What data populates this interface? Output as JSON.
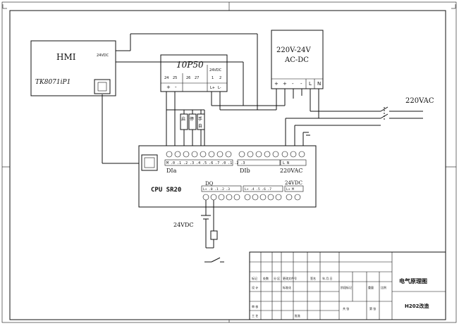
{
  "hmi": {
    "title": "HMI",
    "model": "TK8071iP1",
    "supply": "24VDC"
  },
  "panel": {
    "title": "10P50",
    "terminals": [
      "24",
      "25",
      "26",
      "27",
      "1",
      "2"
    ],
    "signs": [
      "+",
      "-",
      "L+",
      "L-"
    ],
    "supply": "24VDC"
  },
  "psu": {
    "line1": "220V-24V",
    "line2": "AC-DC",
    "terminals": [
      "+",
      "+",
      "-",
      "-",
      "L",
      "N"
    ]
  },
  "ac_supply": "220VAC",
  "plc": {
    "name": "CPU SR20",
    "input_terminals": "M .0 .1 .2 .3 .4 .5 .6 .7 .0 .1 .2 .3",
    "power_terminals": "L N",
    "group_a": "DIa",
    "group_b": "DIb",
    "power_label": "220VAC",
    "output_group": "DQ",
    "output_terminals_a": "L+ .0 .1 .2 .3",
    "output_terminals_b": "L+ .4 .5 .6 .7",
    "output_supply": "24VDC",
    "output_terminals_c": "L+ M"
  },
  "switch_labels": [
    "启",
    "停",
    "手",
    "自"
  ],
  "coil_supply": "24VDC",
  "title_block": {
    "drawing_name": "电气原理图",
    "drawing_no": "H202改造",
    "r1": [
      "标记",
      "处数",
      "分 区",
      "更改文件号",
      "签名",
      "年.月.日"
    ],
    "r2": [
      "设 计",
      "",
      "标准化",
      "",
      "阶段标记",
      "重量",
      "比例"
    ],
    "r3": [
      "审 核"
    ],
    "r4": [
      "工 艺",
      "",
      "批准",
      "",
      "共 张",
      "第 张"
    ]
  }
}
